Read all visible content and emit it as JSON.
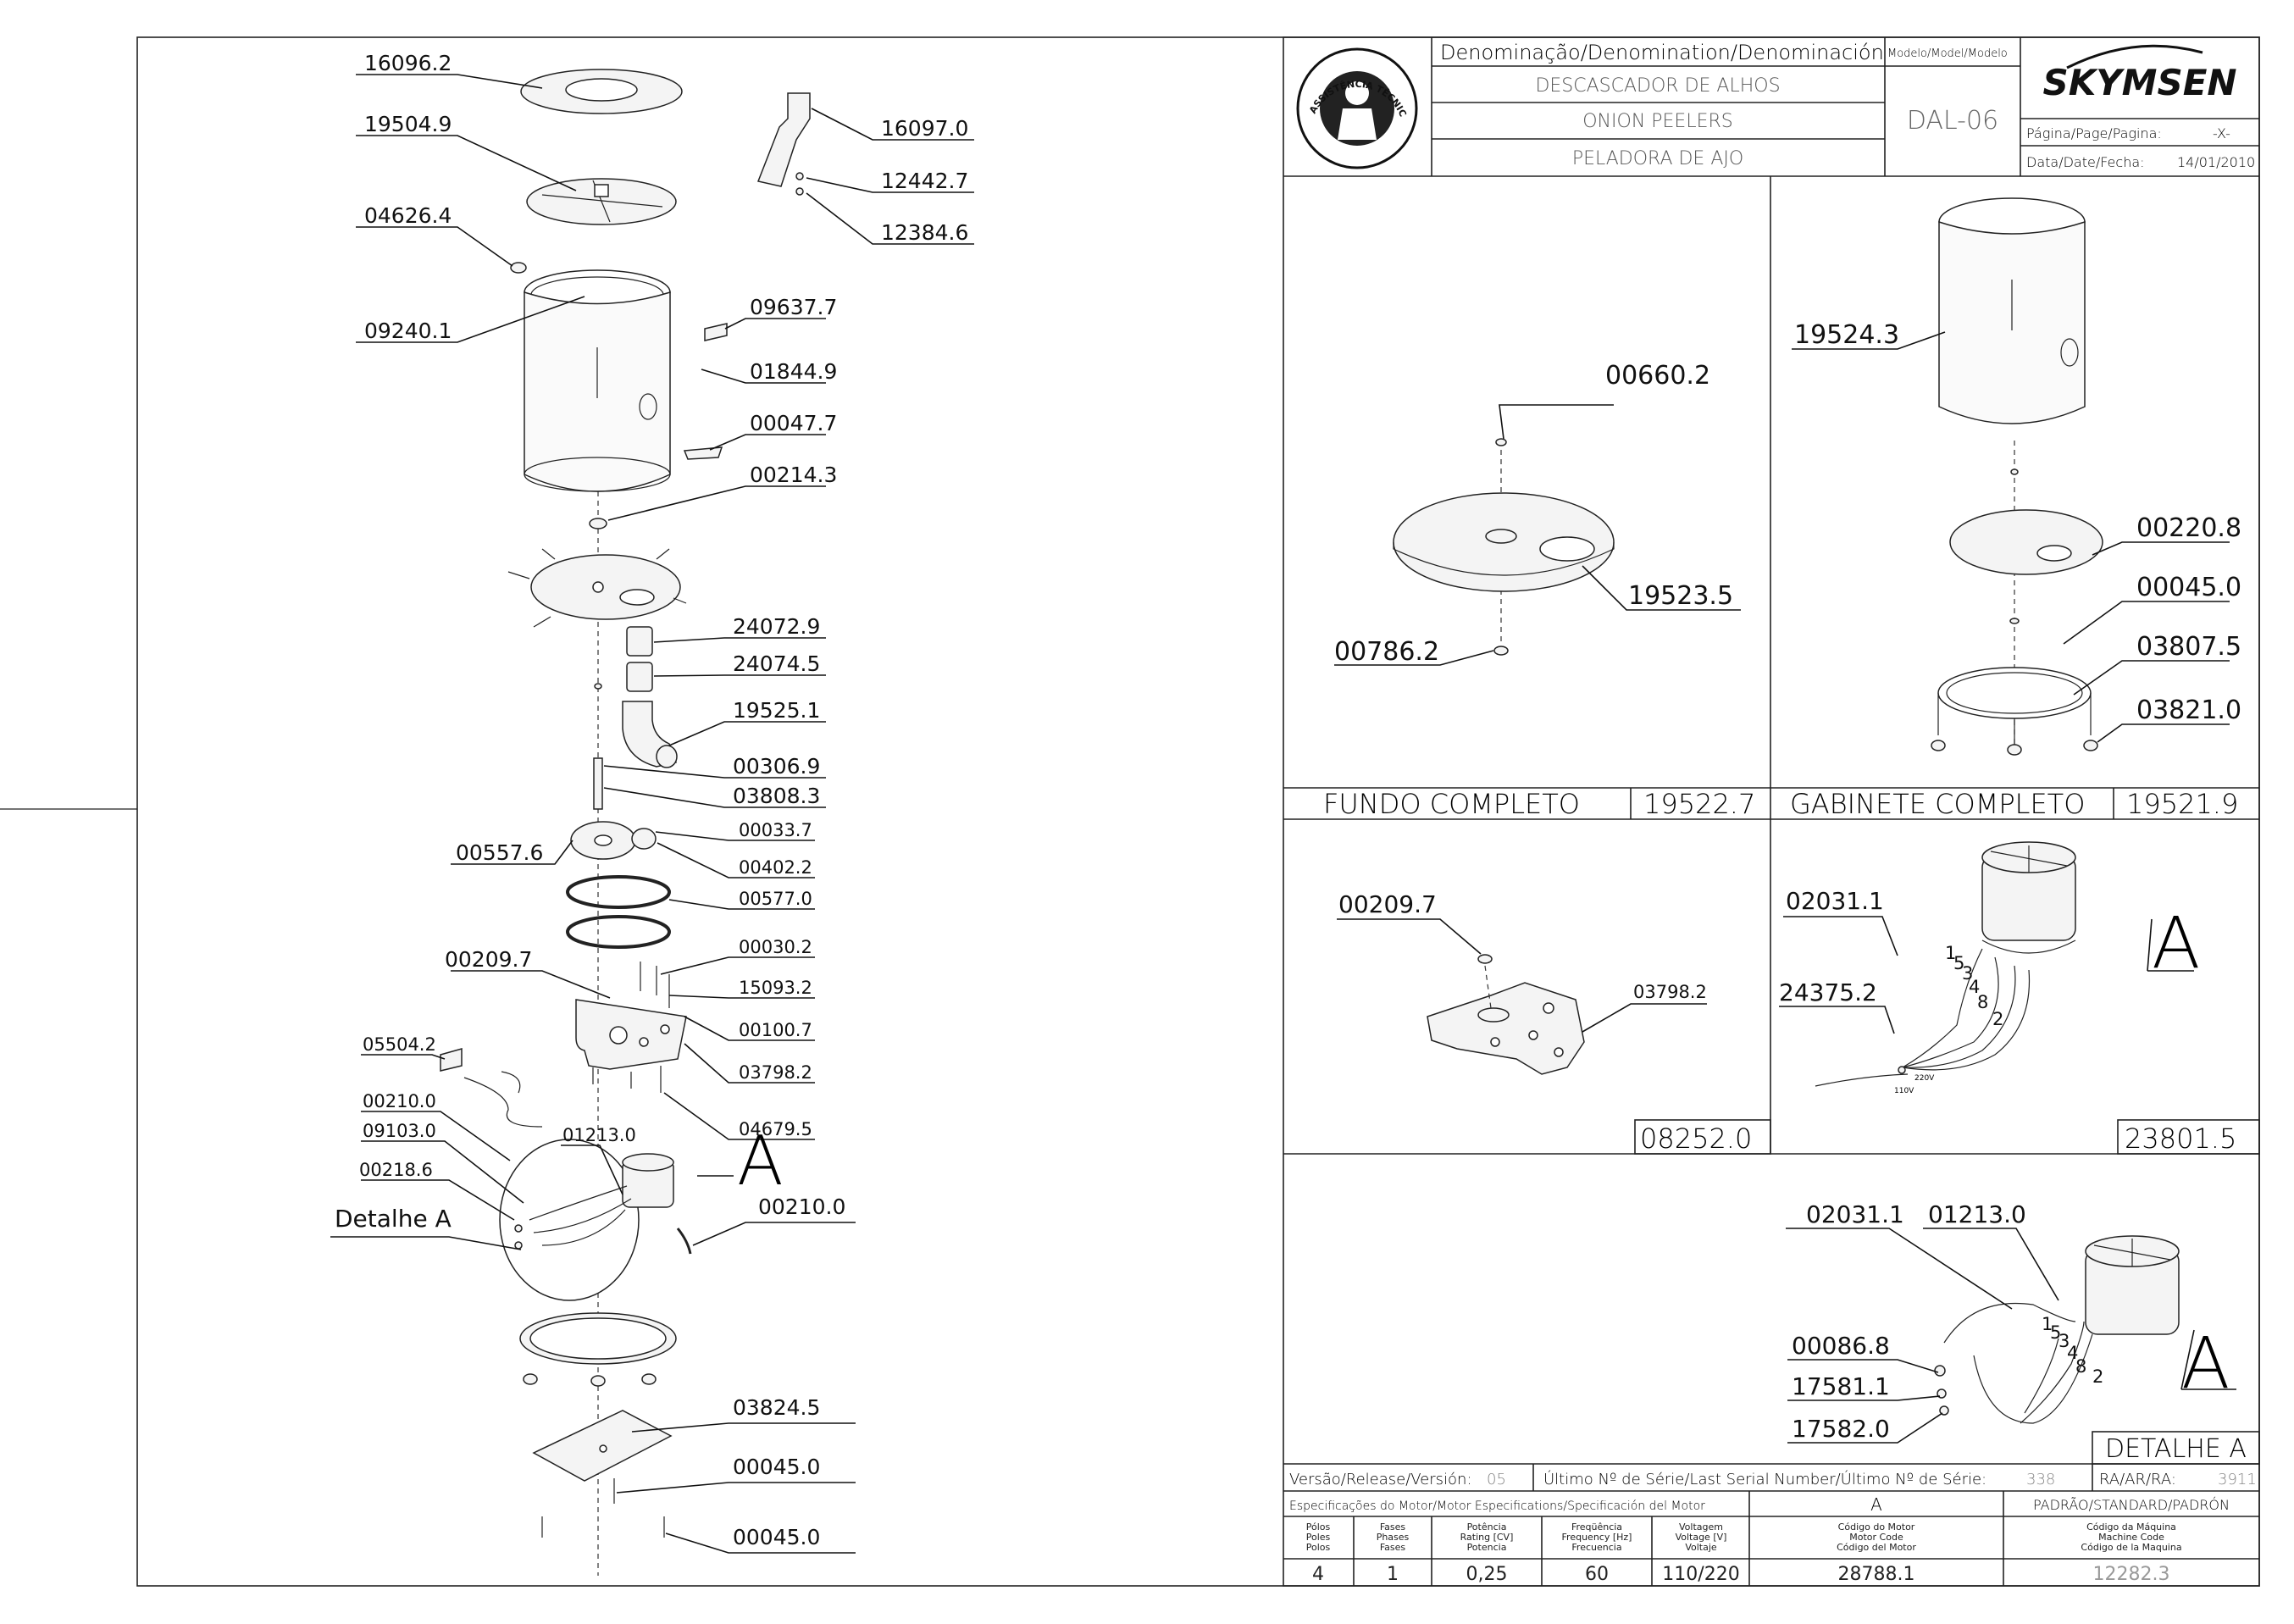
{
  "header": {
    "denomination_label": "Denominação/Denomination/Denominación",
    "model_label": "Modelo/Model/Modelo",
    "name_pt": "DESCASCADOR DE ALHOS",
    "name_en": "ONION PEELERS",
    "name_es": "PELADORA DE AJO",
    "model": "DAL-06",
    "brand": "SKYMSEN",
    "page_label": "Página/Page/Pagina:",
    "page_value": "-X-",
    "date_label": "Data/Date/Fecha:",
    "date_value": "14/01/2010",
    "seal_text": "ASSISTÊNCIA TÉCNICA AUTORIZADA"
  },
  "exploded_view": {
    "labels": [
      "16096.2",
      "19504.9",
      "04626.4",
      "09240.1",
      "16097.0",
      "12442.7",
      "12384.6",
      "09637.7",
      "01844.9",
      "00047.7",
      "00214.3",
      "24072.9",
      "24074.5",
      "19525.1",
      "00306.9",
      "03808.3",
      "00557.6",
      "00033.7",
      "00402.2",
      "00577.0",
      "00030.2",
      "00209.7",
      "15093.2",
      "00100.7",
      "03798.2",
      "05504.2",
      "04679.5",
      "00210.0",
      "09103.0",
      "01213.0",
      "00218.6",
      "Detalhe A",
      "00210.0",
      "03824.5",
      "00045.0",
      "00045.0"
    ],
    "detail_letter": "A"
  },
  "panels": {
    "fundo": {
      "title": "FUNDO COMPLETO",
      "code": "19522.7",
      "labels": [
        "00660.2",
        "19523.5",
        "00786.2"
      ]
    },
    "gabinete": {
      "title": "GABINETE COMPLETO",
      "code": "19521.9",
      "labels": [
        "19524.3",
        "00220.8",
        "00045.0",
        "03807.5",
        "03821.0"
      ]
    },
    "base": {
      "code": "08252.0",
      "labels": [
        "00209.7",
        "03798.2"
      ]
    },
    "motor": {
      "code": "23801.5",
      "labels": [
        "02031.1",
        "24375.2"
      ],
      "letter": "A",
      "wire_numbers": [
        "1",
        "5",
        "3",
        "4",
        "8",
        "2"
      ],
      "voltage_tags": [
        "110V",
        "220V"
      ]
    },
    "detail": {
      "title": "DETALHE A",
      "labels": [
        "02031.1",
        "01213.0",
        "00086.8",
        "17581.1",
        "17582.0"
      ],
      "letter": "A",
      "wire_numbers": [
        "1",
        "5",
        "3",
        "4",
        "8",
        "2"
      ]
    }
  },
  "footer": {
    "version_label": "Versão/Release/Versión:",
    "version_value": "05",
    "serial_label": "Último Nº de Série/Last Serial Number/Último Nº de Série:",
    "serial_value": "338",
    "ra_label": "RA/AR/RA:",
    "ra_value": "3911",
    "motor_spec_label": "Especificações do Motor/Motor Especifications/Specificación del Motor",
    "motor_spec_letter": "A",
    "standard_label": "PADRÃO/STANDARD/PADRÓN",
    "col_heads": [
      [
        "Pólos",
        "Poles",
        "Polos"
      ],
      [
        "Fases",
        "Phases",
        "Fases"
      ],
      [
        "Potência",
        "Rating [CV]",
        "Potencia"
      ],
      [
        "Freqüência",
        "Frequency [Hz]",
        "Frecuencia"
      ],
      [
        "Voltagem",
        "Voltage [V]",
        "Voltaje"
      ],
      [
        "Código do Motor",
        "Motor Code",
        "Código del Motor"
      ],
      [
        "Código da Máquina",
        "Machine Code",
        "Código de la Maquina"
      ]
    ],
    "values": [
      "4",
      "1",
      "0,25",
      "60",
      "110/220",
      "28788.1",
      "12282.3"
    ]
  }
}
